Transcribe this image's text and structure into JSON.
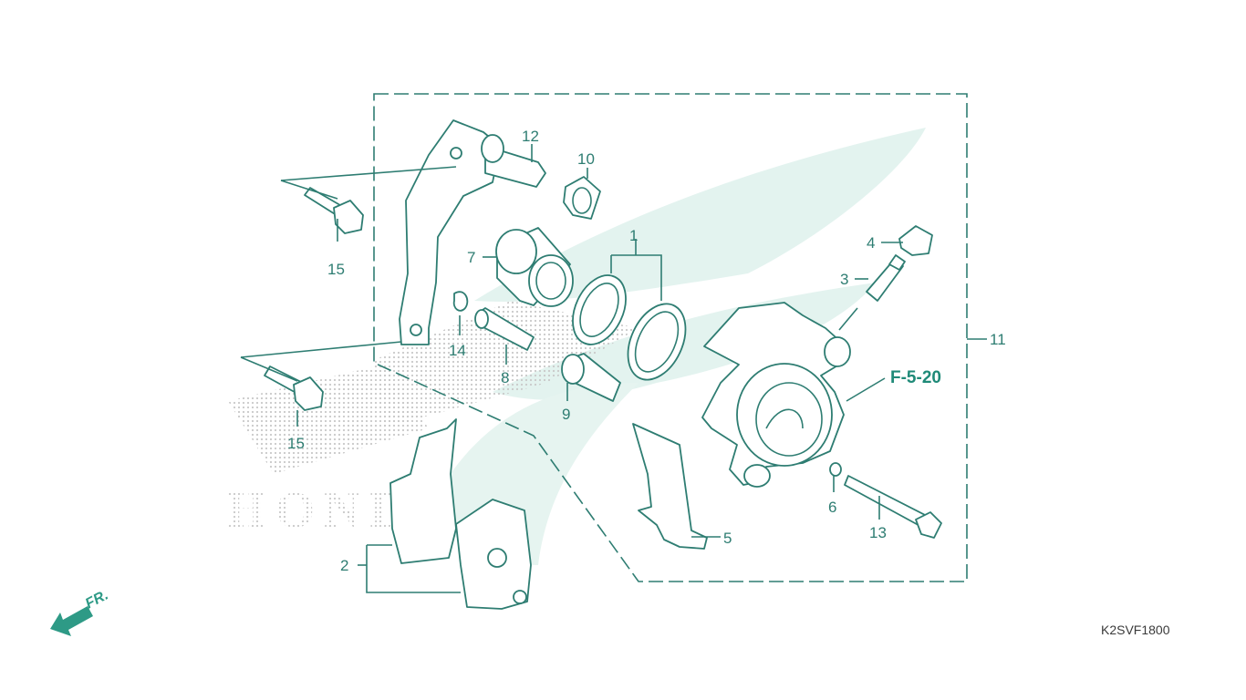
{
  "diagram": {
    "ref_label": "F-5-20",
    "diagram_code": "K2SVF1800",
    "front_marker": "FR.",
    "watermark_text": "HONDA",
    "colors": {
      "line": "#2e7d72",
      "ref": "#1f8a78",
      "watermark": "#d9efe9"
    },
    "callouts": [
      "1",
      "2",
      "3",
      "4",
      "5",
      "6",
      "7",
      "8",
      "9",
      "10",
      "11",
      "12",
      "13",
      "14",
      "15",
      "15"
    ]
  }
}
